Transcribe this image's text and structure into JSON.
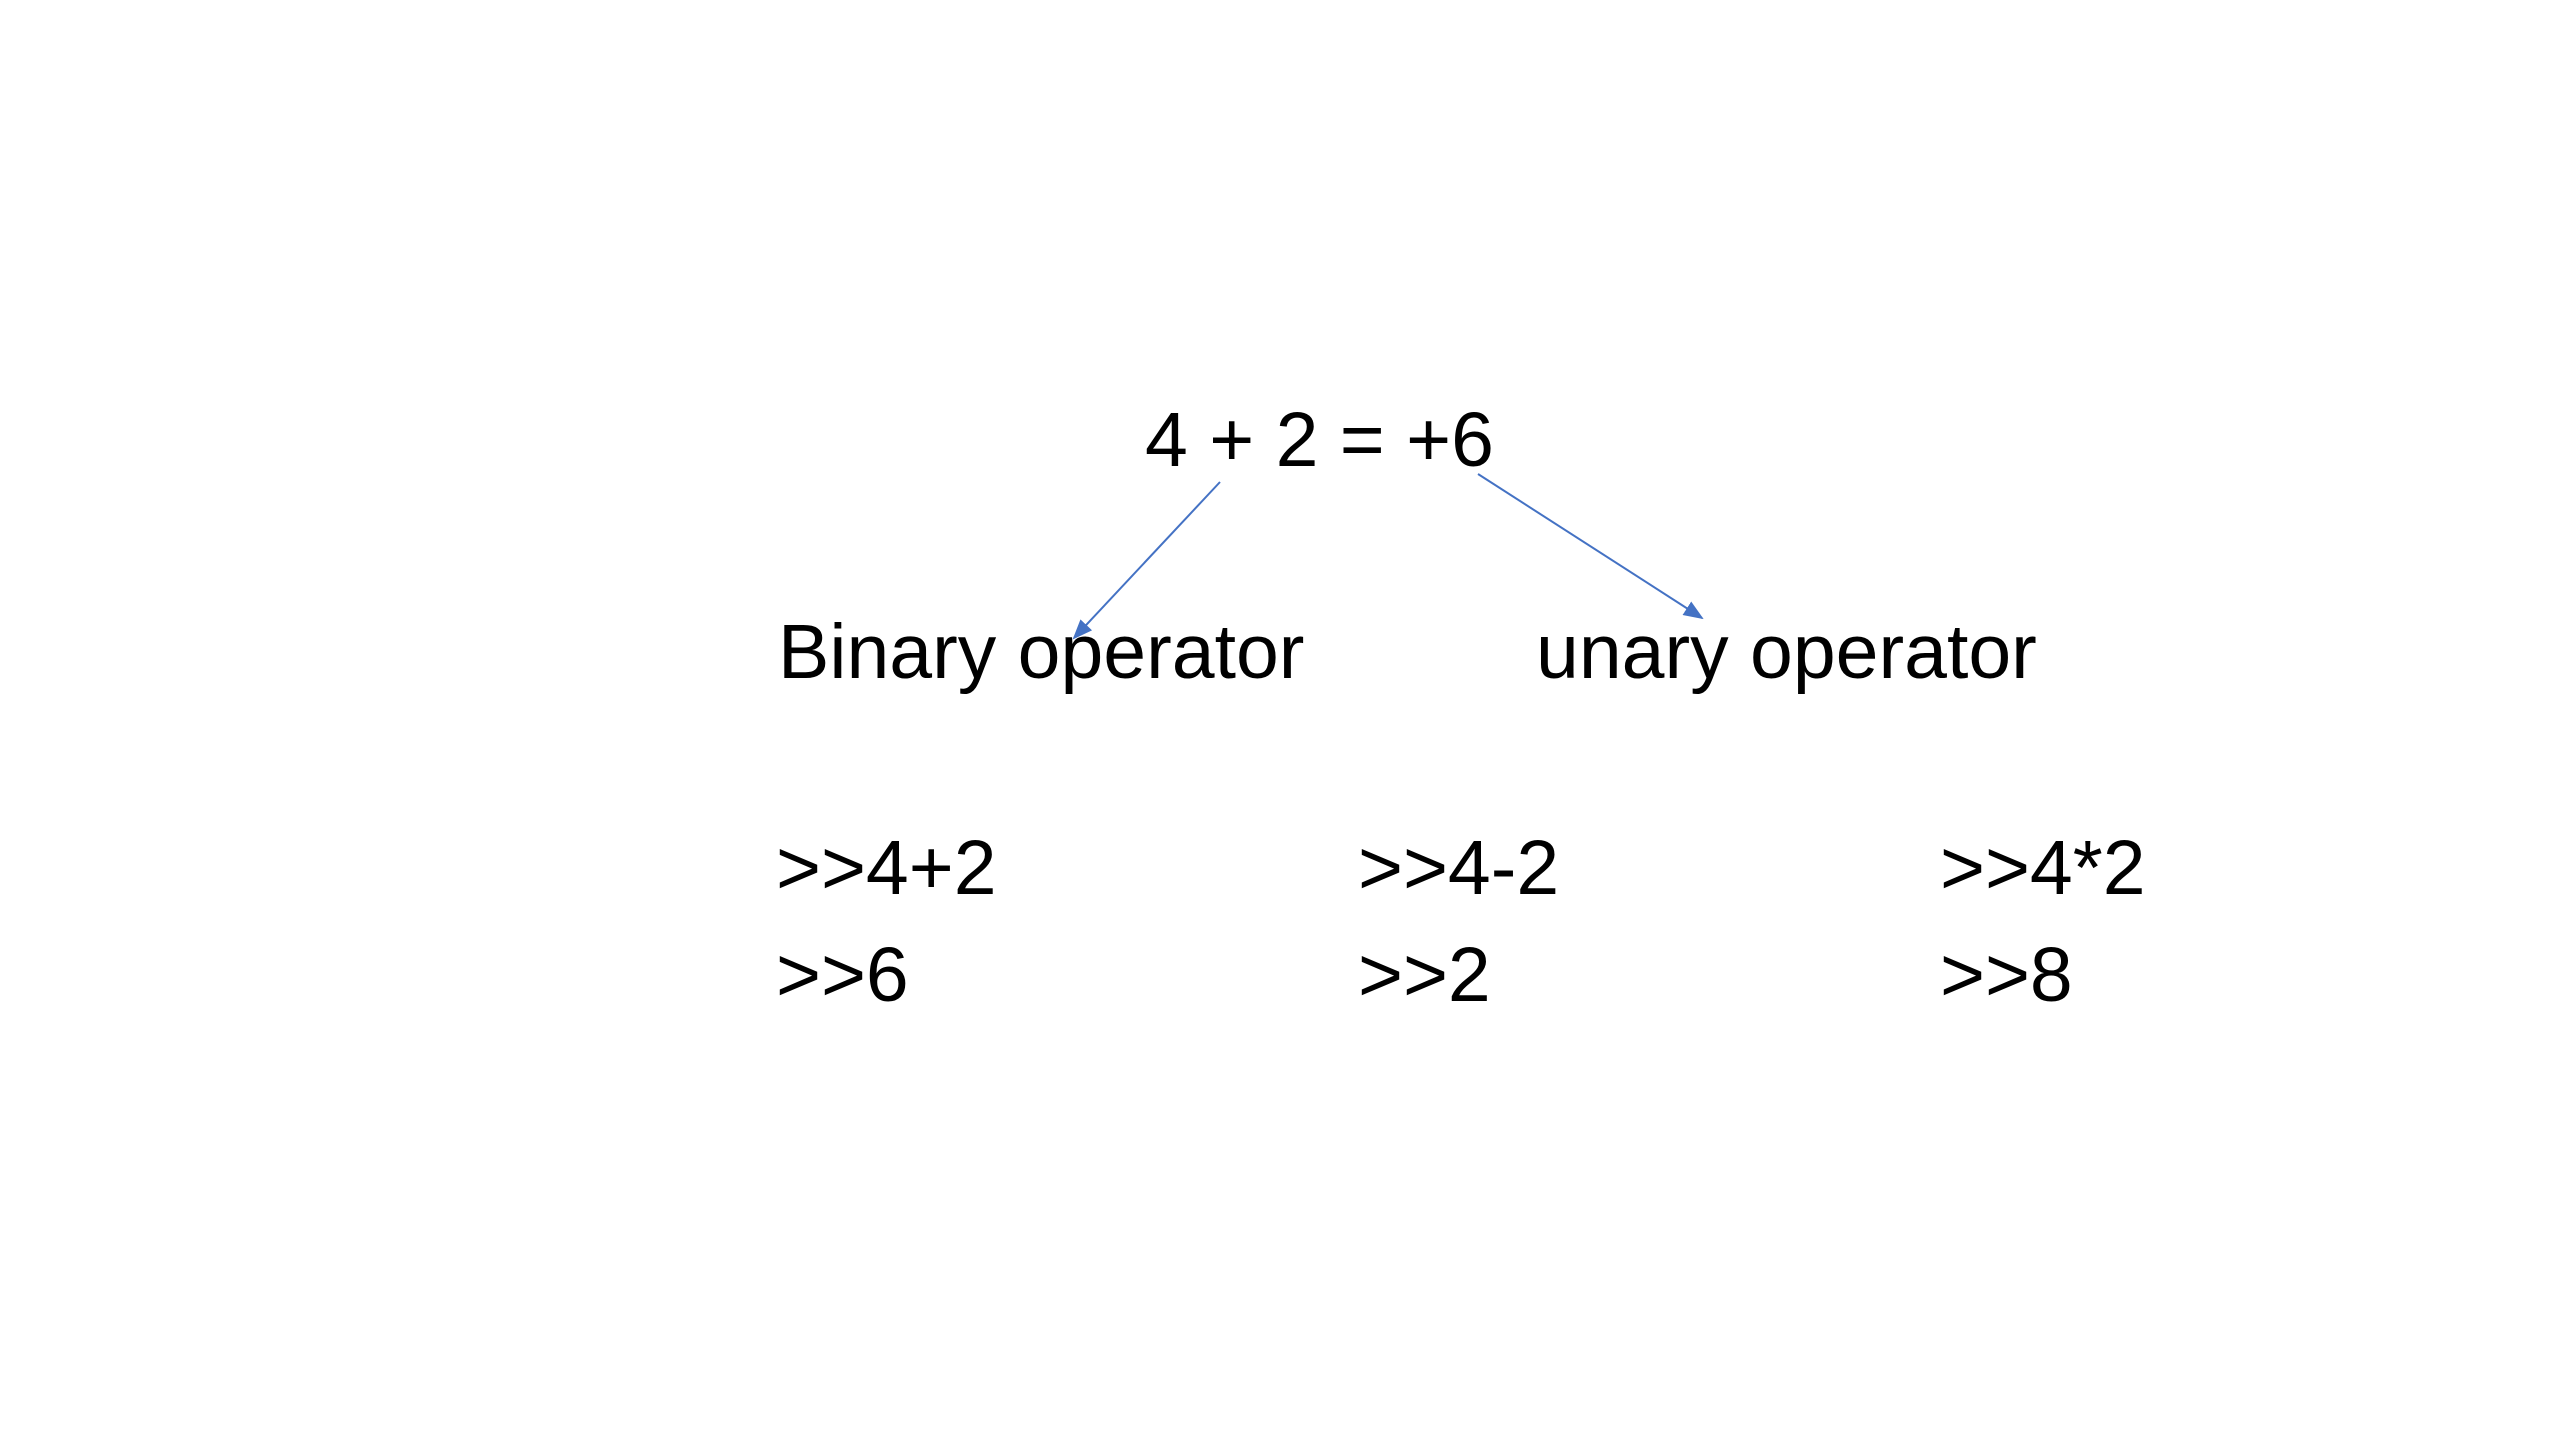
{
  "equation": "4 + 2 = +6",
  "labels": {
    "binary": "Binary operator",
    "unary": "unary operator"
  },
  "examples": [
    {
      "input": ">>4+2",
      "output": ">>6"
    },
    {
      "input": ">>4-2",
      "output": ">>2"
    },
    {
      "input": ">>4*2",
      "output": ">>8"
    }
  ],
  "colors": {
    "arrow": "#4472C4",
    "text": "#000000",
    "background": "#FFFFFF"
  }
}
